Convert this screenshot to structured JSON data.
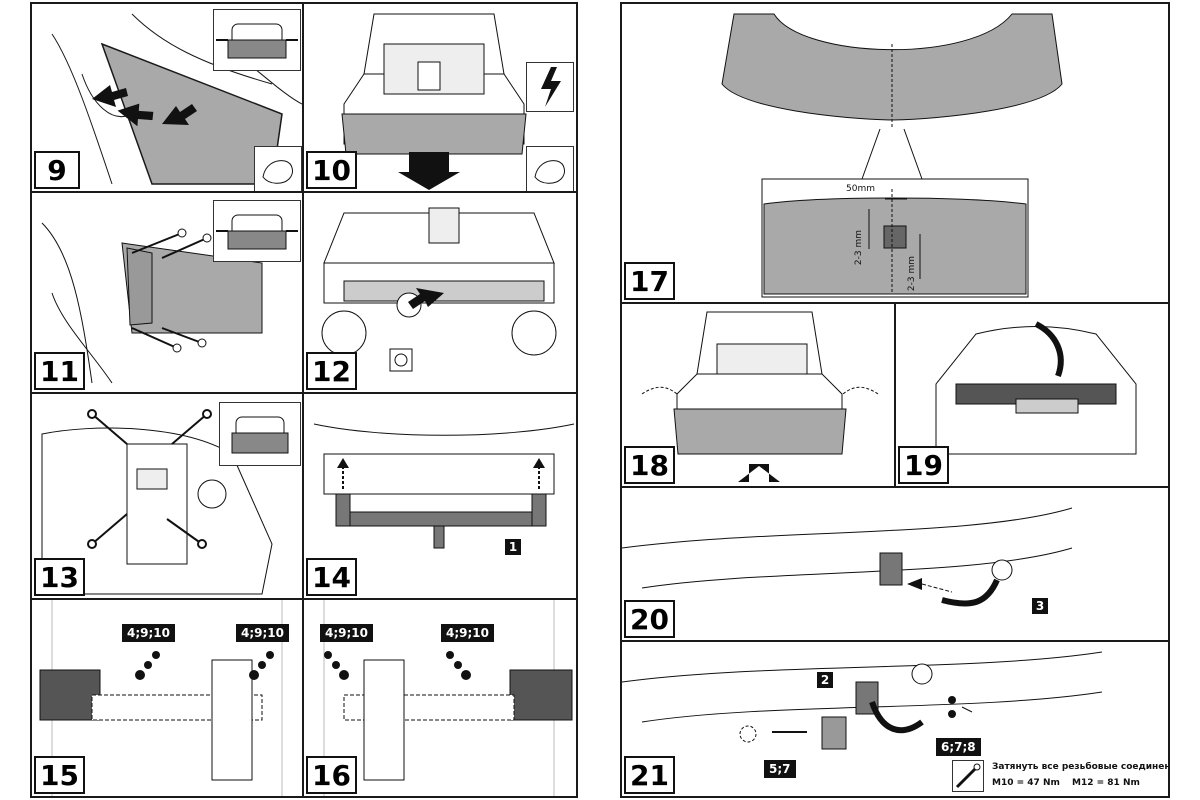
{
  "steps": {
    "s9": "9",
    "s10": "10",
    "s11": "11",
    "s12": "12",
    "s13": "13",
    "s14": "14",
    "s15": "15",
    "s16": "16",
    "s17": "17",
    "s18": "18",
    "s19": "19",
    "s20": "20",
    "s21": "21"
  },
  "labels": {
    "bolt_set": "4;9;10",
    "part_1": "1",
    "part_2": "2",
    "part_3": "3",
    "parts_57": "5;7",
    "parts_678": "6;7;8"
  },
  "dimensions": {
    "offset": "50mm",
    "gap_left": "2-3 mm",
    "gap_right": "2-3 mm"
  },
  "torque": {
    "title": "Затянуть все резьбовые соединения",
    "m10": "M10 = 47 Nm",
    "m12": "M12 = 81 Nm"
  },
  "icons": [
    "hand-icon",
    "lightning-icon",
    "arrow-icon",
    "recycle-icon",
    "torque-wrench-icon"
  ],
  "colors": {
    "part_fill": "#a9a9a9",
    "line": "#1a1a1a",
    "accent": "#111111"
  }
}
